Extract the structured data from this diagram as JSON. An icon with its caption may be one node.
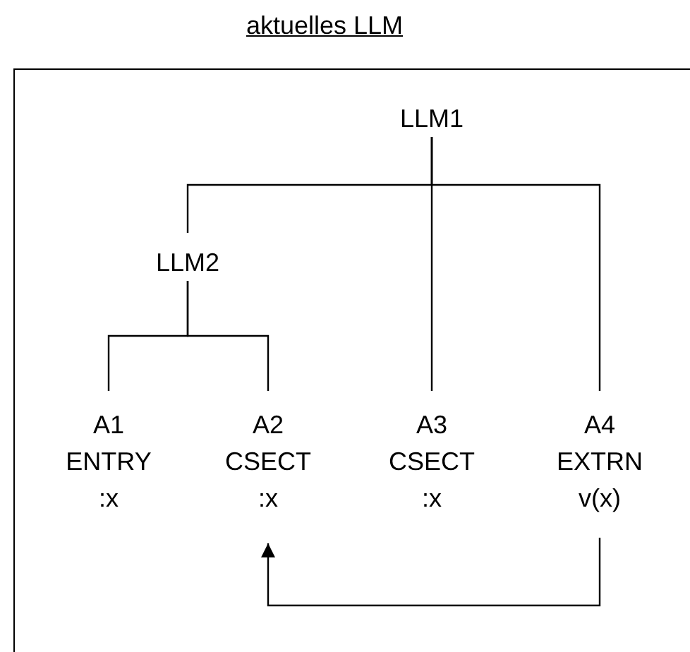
{
  "diagram": {
    "title": "aktuelles LLM",
    "nodes": [
      {
        "text": [
          "LLM1"
        ]
      },
      {
        "text": [
          "LLM2"
        ]
      },
      {
        "text": [
          "A1",
          "ENTRY",
          ":x"
        ]
      },
      {
        "text": [
          "A2",
          "CSECT",
          ":x"
        ]
      },
      {
        "text": [
          "A3",
          "CSECT",
          ":x"
        ]
      },
      {
        "text": [
          "A4",
          "EXTRN",
          "v(x)"
        ]
      }
    ],
    "edges": [
      {
        "from": 0,
        "to": 1,
        "arrow": "none"
      },
      {
        "from": 0,
        "to": 4,
        "arrow": "none"
      },
      {
        "from": 0,
        "to": 5,
        "arrow": "none"
      },
      {
        "from": 1,
        "to": 2,
        "arrow": "none"
      },
      {
        "from": 1,
        "to": 3,
        "arrow": "none"
      },
      {
        "from": 5,
        "to": 3,
        "arrow": "to"
      }
    ]
  }
}
